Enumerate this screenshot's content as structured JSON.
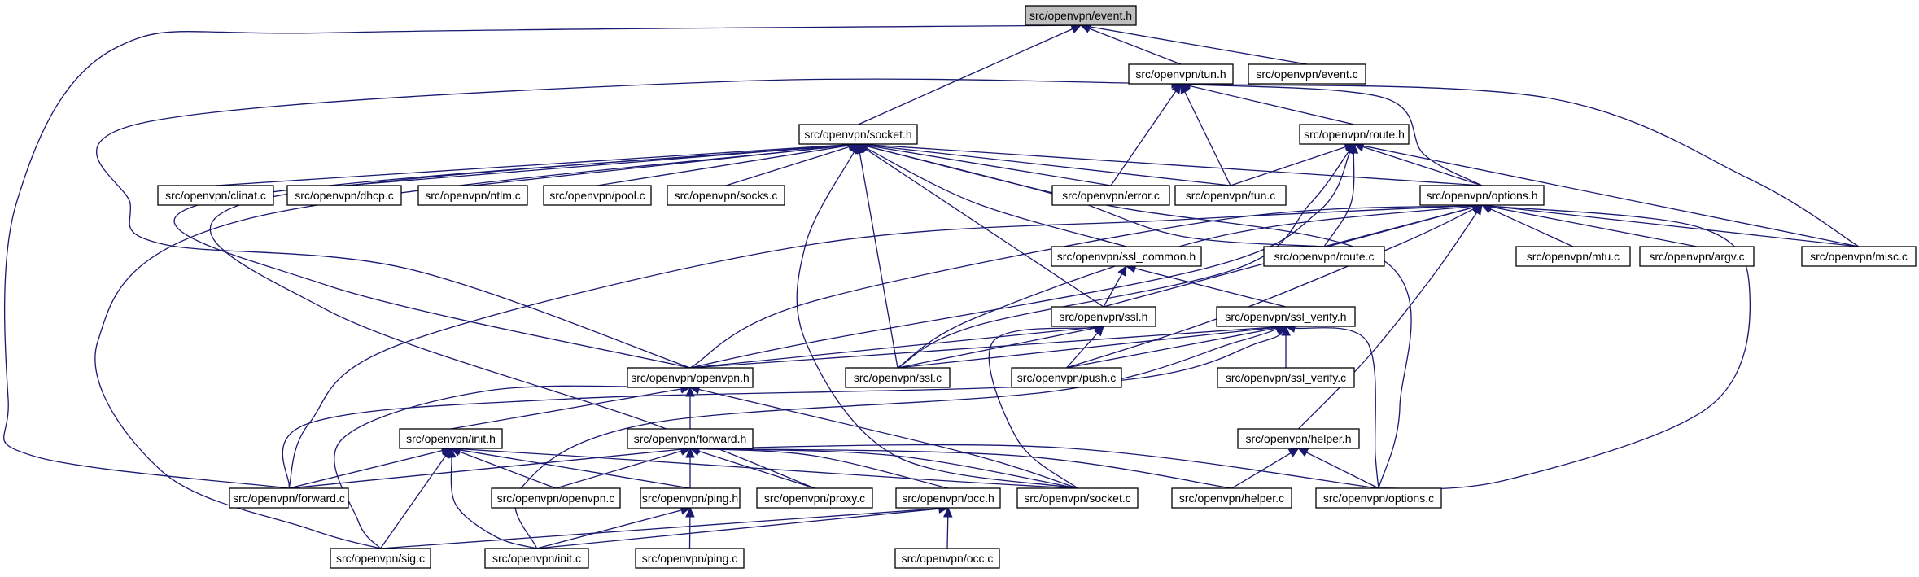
{
  "graph_title": "",
  "colors": {
    "edge": "#191970",
    "node_border": "#000000",
    "node_fill": "#ffffff",
    "root_fill": "#bfbfbf"
  },
  "nodes": [
    {
      "id": "event_h",
      "label": "src/openvpn/event.h",
      "root": true
    },
    {
      "id": "tun_h",
      "label": "src/openvpn/tun.h"
    },
    {
      "id": "event_c",
      "label": "src/openvpn/event.c"
    },
    {
      "id": "socket_h",
      "label": "src/openvpn/socket.h"
    },
    {
      "id": "route_h",
      "label": "src/openvpn/route.h"
    },
    {
      "id": "clinat_c",
      "label": "src/openvpn/clinat.c"
    },
    {
      "id": "dhcp_c",
      "label": "src/openvpn/dhcp.c"
    },
    {
      "id": "ntlm_c",
      "label": "src/openvpn/ntlm.c"
    },
    {
      "id": "pool_c",
      "label": "src/openvpn/pool.c"
    },
    {
      "id": "socks_c",
      "label": "src/openvpn/socks.c"
    },
    {
      "id": "error_c",
      "label": "src/openvpn/error.c"
    },
    {
      "id": "tun_c",
      "label": "src/openvpn/tun.c"
    },
    {
      "id": "options_h",
      "label": "src/openvpn/options.h"
    },
    {
      "id": "ssl_common_h",
      "label": "src/openvpn/ssl_common.h"
    },
    {
      "id": "route_c",
      "label": "src/openvpn/route.c"
    },
    {
      "id": "mtu_c",
      "label": "src/openvpn/mtu.c"
    },
    {
      "id": "argv_c",
      "label": "src/openvpn/argv.c"
    },
    {
      "id": "misc_c",
      "label": "src/openvpn/misc.c"
    },
    {
      "id": "ssl_h",
      "label": "src/openvpn/ssl.h"
    },
    {
      "id": "ssl_verify_h",
      "label": "src/openvpn/ssl_verify.h"
    },
    {
      "id": "openvpn_h",
      "label": "src/openvpn/openvpn.h"
    },
    {
      "id": "ssl_c",
      "label": "src/openvpn/ssl.c"
    },
    {
      "id": "push_c",
      "label": "src/openvpn/push.c"
    },
    {
      "id": "ssl_verify_c",
      "label": "src/openvpn/ssl_verify.c"
    },
    {
      "id": "init_h",
      "label": "src/openvpn/init.h"
    },
    {
      "id": "forward_h",
      "label": "src/openvpn/forward.h"
    },
    {
      "id": "helper_h",
      "label": "src/openvpn/helper.h"
    },
    {
      "id": "forward_c",
      "label": "src/openvpn/forward.c"
    },
    {
      "id": "openvpn_c",
      "label": "src/openvpn/openvpn.c"
    },
    {
      "id": "ping_h",
      "label": "src/openvpn/ping.h"
    },
    {
      "id": "proxy_c",
      "label": "src/openvpn/proxy.c"
    },
    {
      "id": "occ_h",
      "label": "src/openvpn/occ.h"
    },
    {
      "id": "socket_c",
      "label": "src/openvpn/socket.c"
    },
    {
      "id": "helper_c",
      "label": "src/openvpn/helper.c"
    },
    {
      "id": "options_c",
      "label": "src/openvpn/options.c"
    },
    {
      "id": "sig_c",
      "label": "src/openvpn/sig.c"
    },
    {
      "id": "init_c",
      "label": "src/openvpn/init.c"
    },
    {
      "id": "ping_c",
      "label": "src/openvpn/ping.c"
    },
    {
      "id": "occ_c",
      "label": "src/openvpn/occ.c"
    }
  ],
  "edges": [
    [
      "event_h",
      "tun_h"
    ],
    [
      "event_h",
      "event_c"
    ],
    [
      "event_h",
      "socket_h"
    ],
    [
      "event_h",
      "forward_c"
    ],
    [
      "tun_h",
      "route_h"
    ],
    [
      "tun_h",
      "error_c"
    ],
    [
      "tun_h",
      "tun_c"
    ],
    [
      "tun_h",
      "options_h"
    ],
    [
      "tun_h",
      "misc_c"
    ],
    [
      "tun_h",
      "openvpn_h"
    ],
    [
      "socket_h",
      "clinat_c"
    ],
    [
      "socket_h",
      "dhcp_c"
    ],
    [
      "socket_h",
      "ntlm_c"
    ],
    [
      "socket_h",
      "pool_c"
    ],
    [
      "socket_h",
      "socks_c"
    ],
    [
      "socket_h",
      "error_c"
    ],
    [
      "socket_h",
      "tun_c"
    ],
    [
      "socket_h",
      "options_h"
    ],
    [
      "socket_h",
      "ssl_common_h"
    ],
    [
      "socket_h",
      "route_c"
    ],
    [
      "socket_h",
      "ssl_h"
    ],
    [
      "socket_h",
      "ssl_c"
    ],
    [
      "socket_h",
      "openvpn_h"
    ],
    [
      "socket_h",
      "socket_c"
    ],
    [
      "socket_h",
      "options_c"
    ],
    [
      "socket_h",
      "proxy_c"
    ],
    [
      "socket_h",
      "sig_c"
    ],
    [
      "route_h",
      "tun_c"
    ],
    [
      "route_h",
      "options_h"
    ],
    [
      "route_h",
      "route_c"
    ],
    [
      "route_h",
      "misc_c"
    ],
    [
      "route_h",
      "openvpn_h"
    ],
    [
      "route_h",
      "ssl_c"
    ],
    [
      "options_h",
      "route_c"
    ],
    [
      "options_h",
      "mtu_c"
    ],
    [
      "options_h",
      "argv_c"
    ],
    [
      "options_h",
      "misc_c"
    ],
    [
      "options_h",
      "ssl_h"
    ],
    [
      "options_h",
      "openvpn_h"
    ],
    [
      "options_h",
      "push_c"
    ],
    [
      "options_h",
      "helper_h"
    ],
    [
      "options_h",
      "options_c"
    ],
    [
      "options_h",
      "ssl_c"
    ],
    [
      "options_h",
      "forward_c"
    ],
    [
      "ssl_common_h",
      "ssl_h"
    ],
    [
      "ssl_common_h",
      "ssl_verify_h"
    ],
    [
      "ssl_h",
      "openvpn_h"
    ],
    [
      "ssl_h",
      "ssl_c"
    ],
    [
      "ssl_h",
      "push_c"
    ],
    [
      "ssl_h",
      "socket_c"
    ],
    [
      "ssl_verify_h",
      "openvpn_h"
    ],
    [
      "ssl_verify_h",
      "ssl_c"
    ],
    [
      "ssl_verify_h",
      "push_c"
    ],
    [
      "ssl_verify_h",
      "ssl_verify_c"
    ],
    [
      "ssl_verify_h",
      "options_c"
    ],
    [
      "ssl_verify_h",
      "forward_c"
    ],
    [
      "ssl_verify_h",
      "init_c"
    ],
    [
      "openvpn_h",
      "init_h"
    ],
    [
      "openvpn_h",
      "forward_h"
    ],
    [
      "openvpn_h",
      "socket_c"
    ],
    [
      "openvpn_h",
      "sig_c"
    ],
    [
      "init_h",
      "forward_c"
    ],
    [
      "init_h",
      "openvpn_c"
    ],
    [
      "init_h",
      "ping_h"
    ],
    [
      "init_h",
      "sig_c"
    ],
    [
      "init_h",
      "init_c"
    ],
    [
      "init_h",
      "socket_c"
    ],
    [
      "forward_h",
      "forward_c"
    ],
    [
      "forward_h",
      "openvpn_c"
    ],
    [
      "forward_h",
      "ping_h"
    ],
    [
      "forward_h",
      "proxy_c"
    ],
    [
      "forward_h",
      "occ_h"
    ],
    [
      "forward_h",
      "socket_c"
    ],
    [
      "forward_h",
      "helper_c"
    ],
    [
      "forward_h",
      "options_c"
    ],
    [
      "helper_h",
      "helper_c"
    ],
    [
      "helper_h",
      "options_c"
    ],
    [
      "ping_h",
      "init_c"
    ],
    [
      "ping_h",
      "ping_c"
    ],
    [
      "occ_h",
      "sig_c"
    ],
    [
      "occ_h",
      "init_c"
    ],
    [
      "occ_h",
      "occ_c"
    ]
  ]
}
